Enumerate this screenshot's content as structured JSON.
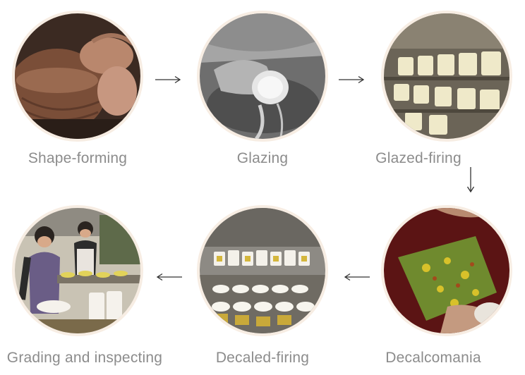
{
  "steps": [
    {
      "label": "Shape-forming",
      "photo": "clay-pottery-wheel-photo"
    },
    {
      "label": "Glazing",
      "photo": "dipping-cup-in-glaze-photo"
    },
    {
      "label": "Glazed-firing",
      "photo": "glazed-mugs-on-racks-photo"
    },
    {
      "label": "Decalcomania",
      "photo": "applying-floral-decal-photo"
    },
    {
      "label": "Decaled-firing",
      "photo": "decaled-mugs-in-kiln-photo"
    },
    {
      "label": "Grading and inspecting",
      "photo": "workers-inspecting-ware-photo"
    }
  ],
  "arrows": [
    "right",
    "right",
    "down",
    "left",
    "left"
  ],
  "colors": {
    "ring": "#f7ede3",
    "label": "#8c8c8c",
    "arrow": "#333333"
  }
}
